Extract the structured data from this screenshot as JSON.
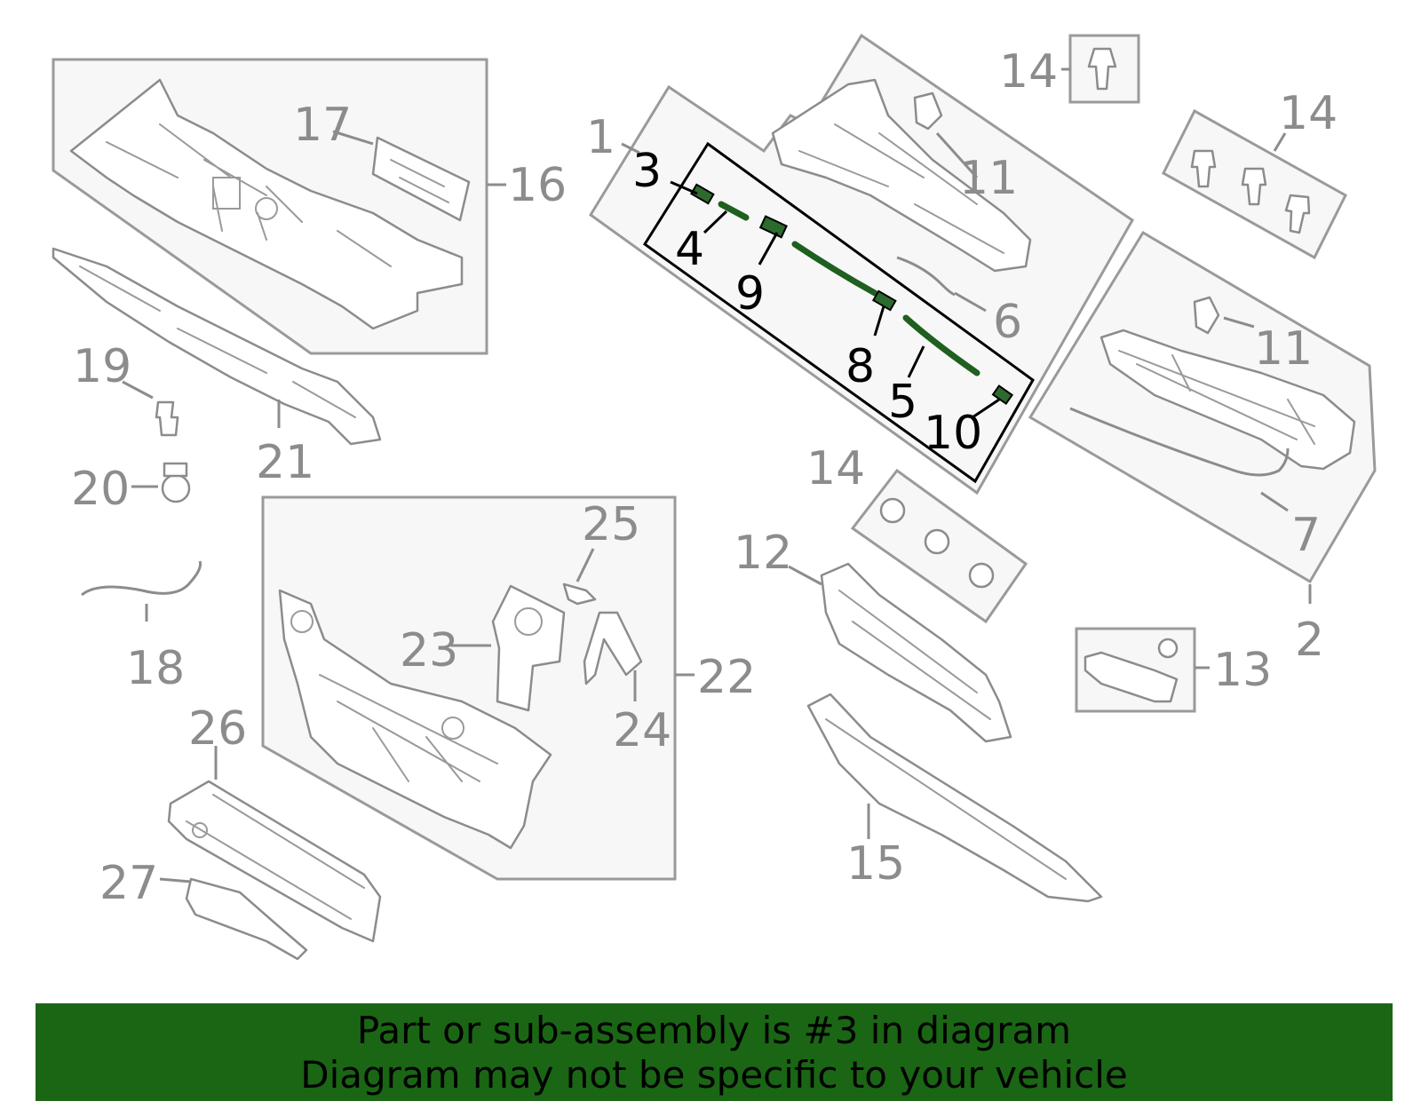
{
  "labels": {
    "l1": "1",
    "l2": "2",
    "l3": "3",
    "l4": "4",
    "l5": "5",
    "l6": "6",
    "l7": "7",
    "l8": "8",
    "l9": "9",
    "l10": "10",
    "l11a": "11",
    "l11b": "11",
    "l12": "12",
    "l13": "13",
    "l14a": "14",
    "l14b": "14",
    "l14c": "14",
    "l15": "15",
    "l16": "16",
    "l17": "17",
    "l18": "18",
    "l19": "19",
    "l20": "20",
    "l21": "21",
    "l22": "22",
    "l23": "23",
    "l24": "24",
    "l25": "25",
    "l26": "26",
    "l27": "27"
  },
  "banner": {
    "line1": "Part or sub-assembly is #3 in diagram",
    "line2": "Diagram may not be specific to your vehicle"
  },
  "colors": {
    "highlight": "#1f5f1f",
    "banner": "#1a6614",
    "line_gray": "#8c8c8c"
  }
}
